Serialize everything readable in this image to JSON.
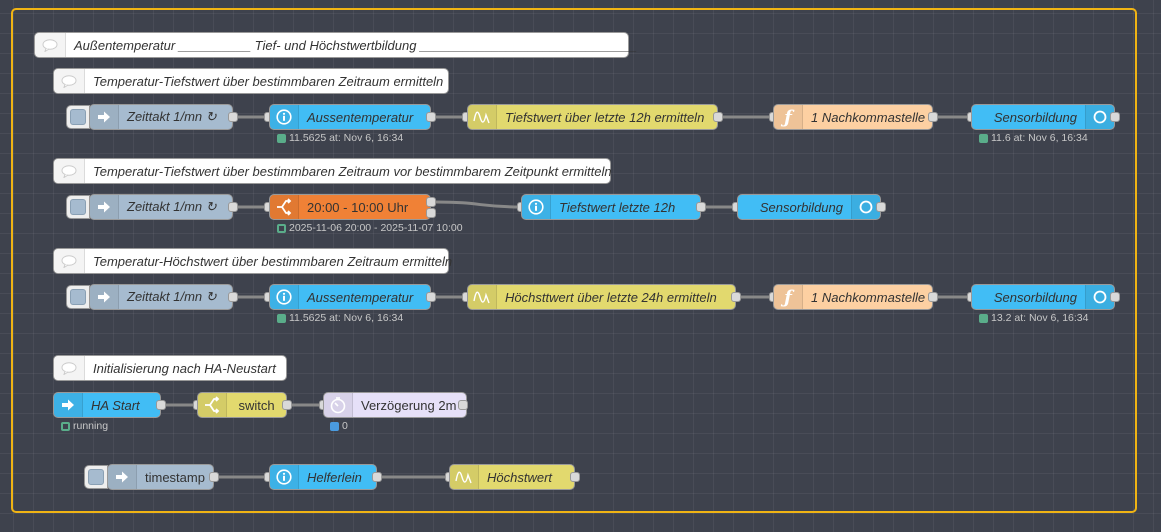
{
  "group": {
    "border_color": "#f0b414"
  },
  "colors": {
    "inject": "#a6bbcf",
    "ha_node": "#41bdf5",
    "smooth": "#e2d96e",
    "function": "#fdd0a2",
    "time_range": "#f08136",
    "delay": "#e6e0f8",
    "status_green": "#5aad8a",
    "status_blue": "#4a9be0"
  },
  "comments": {
    "main": "Außentemperatur __________ Tief- und Höchstwertbildung ______________________________",
    "c1": "Temperatur-Tiefstwert über bestimmbaren Zeitraum ermitteln",
    "c2": "Temperatur-Tiefstwert über bestimmbaren Zeitraum vor bestimmbarem Zeitpunkt ermitteln",
    "c3": "Temperatur-Höchstwert über bestimmbaren Zeitraum ermitteln",
    "c4": "Initialisierung nach HA-Neustart"
  },
  "flow1": {
    "inject": {
      "label": "Zeittakt 1/mn ↻",
      "icon": "arrow-right-icon"
    },
    "sensor": {
      "label": "Aussentemperatur",
      "icon": "info-icon",
      "status": "11.5625 at: Nov 6, 16:34"
    },
    "smooth": {
      "label": "Tiefstwert über letzte 12h ermitteln",
      "icon": "wave-icon"
    },
    "function": {
      "label": "1 Nachkommastelle",
      "icon": "function-icon"
    },
    "output": {
      "label": "Sensorbildung",
      "icon": "circle-icon",
      "status": "11.6 at: Nov 6, 16:34"
    }
  },
  "flow2": {
    "inject": {
      "label": "Zeittakt 1/mn ↻",
      "icon": "arrow-right-icon"
    },
    "time_range": {
      "label": "20:00 - 10:00 Uhr",
      "icon": "switch-icon",
      "status": "2025-11-06 20:00 - 2025-11-07 10:00"
    },
    "sensor": {
      "label": "Tiefstwert letzte 12h",
      "icon": "info-icon"
    },
    "output": {
      "label": "Sensorbildung",
      "icon": "circle-icon"
    }
  },
  "flow3": {
    "inject": {
      "label": "Zeittakt 1/mn ↻",
      "icon": "arrow-right-icon"
    },
    "sensor": {
      "label": "Aussentemperatur",
      "icon": "info-icon",
      "status": "11.5625 at: Nov 6, 16:34"
    },
    "smooth": {
      "label": "Höchsttwert über letzte 24h ermitteln",
      "icon": "wave-icon"
    },
    "function": {
      "label": "1 Nachkommastelle",
      "icon": "function-icon"
    },
    "output": {
      "label": "Sensorbildung",
      "icon": "circle-icon",
      "status": "13.2 at: Nov 6, 16:34"
    }
  },
  "flow4": {
    "ha_start": {
      "label": "HA Start",
      "icon": "arrow-right-icon",
      "status": "running"
    },
    "switch": {
      "label": "switch",
      "icon": "switch-icon"
    },
    "delay": {
      "label": "Verzögerung 2m",
      "icon": "timer-icon",
      "status": "0"
    }
  },
  "flow5": {
    "inject": {
      "label": "timestamp",
      "icon": "arrow-right-icon"
    },
    "sensor": {
      "label": "Helferlein",
      "icon": "info-icon"
    },
    "smooth": {
      "label": "Höchstwert",
      "icon": "wave-icon"
    }
  }
}
